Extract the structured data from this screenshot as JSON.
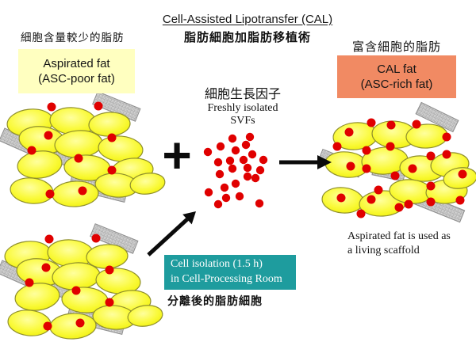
{
  "title": {
    "main": "Cell-Assisted Lipotransfer (CAL)",
    "subtitle_zh": "脂肪細胞加脂肪移植術"
  },
  "aspirated": {
    "label_zh": "細胞含量較少的脂肪",
    "box_line1": "Aspirated fat",
    "box_line2": "(ASC-poor fat)"
  },
  "cal": {
    "label_zh": "富含細胞的脂肪",
    "box_line1": "CAL fat",
    "box_line2": "(ASC-rich fat)"
  },
  "svf": {
    "label_zh": "細胞生長因子",
    "line1": "Freshly isolated",
    "line2": "SVFs"
  },
  "operators": {
    "plus": "+"
  },
  "process": {
    "box_line1": "Cell isolation (1.5 h)",
    "box_line2": "in Cell-Processing Room",
    "label_zh": "分離後的脂肪細胞"
  },
  "note": {
    "line1": "Aspirated fat is used as",
    "line2": "a living scaffold"
  },
  "colors": {
    "aspirated_box_bg": "#FFFFC0",
    "cal_box_bg": "#F18A63",
    "process_box_bg": "#1E9C9E",
    "process_box_text": "#FFFFFF",
    "fat_cell_yellow": "#F2F200",
    "fat_cell_outline": "#8F8F2D",
    "svf_cell_red": "#E00000",
    "scaffold_gray": "#D9D9D9",
    "arrow_black": "#0B0B0B"
  }
}
